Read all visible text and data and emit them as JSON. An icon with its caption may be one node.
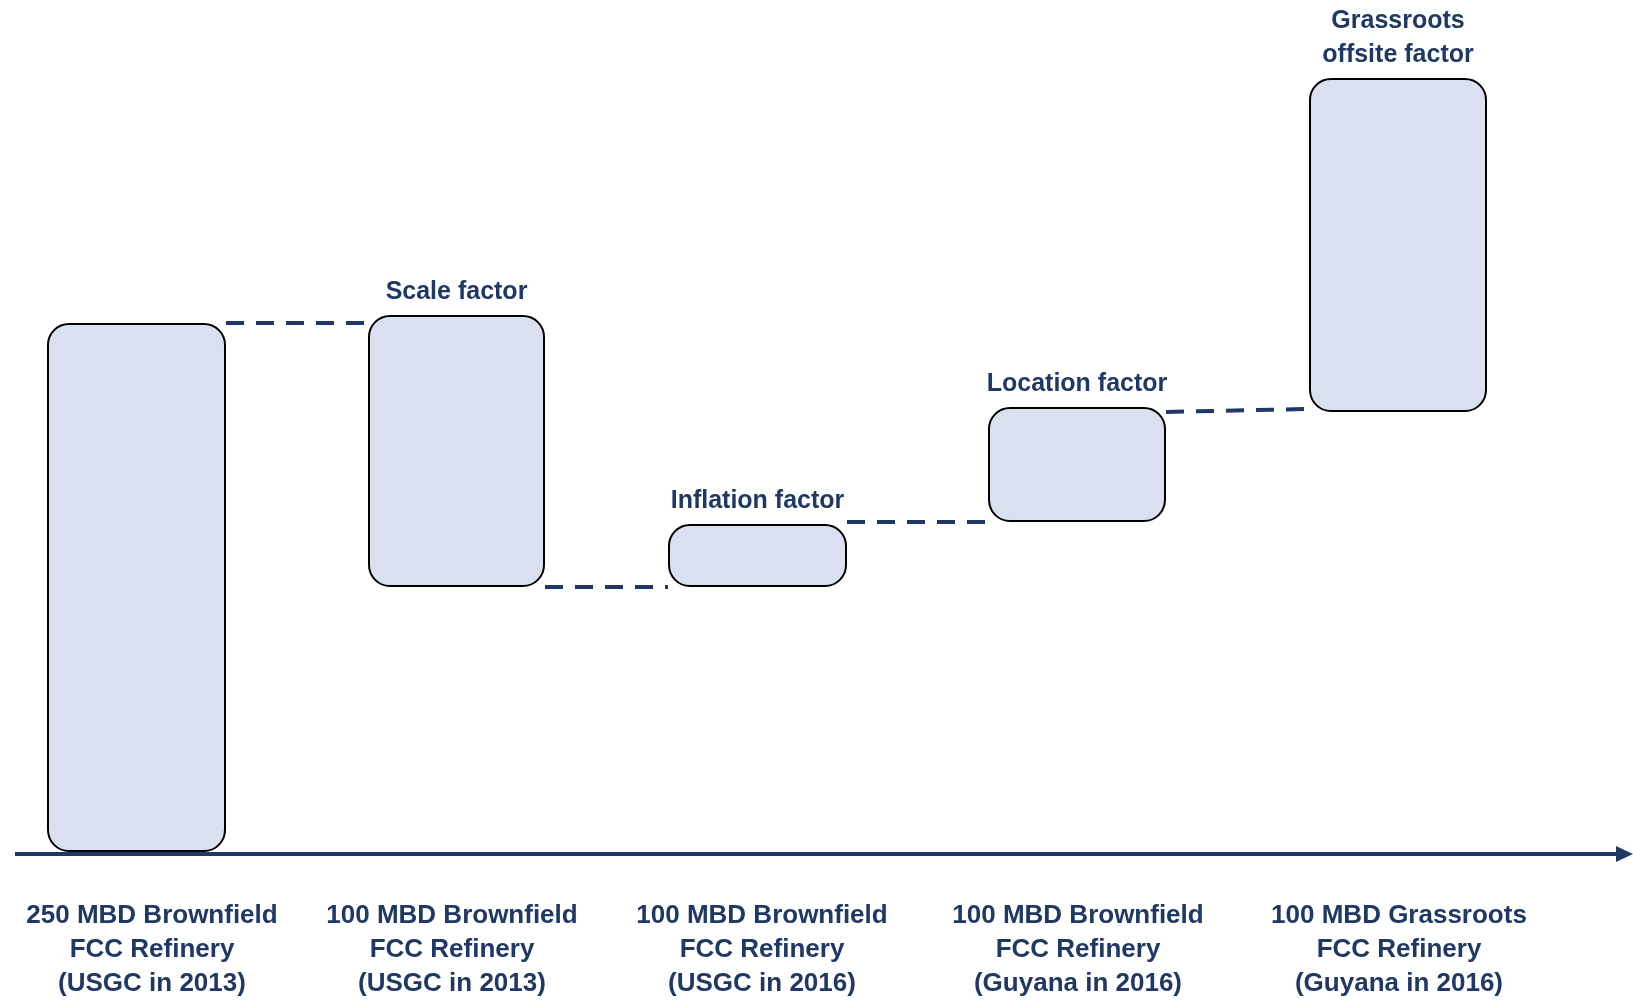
{
  "diagram": {
    "nodes": [
      {
        "text": [],
        "shape": "box"
      },
      {
        "text": [
          "Scale factor"
        ]
      },
      {
        "text": [
          "Inflation factor"
        ]
      },
      {
        "text": [
          "Location factor"
        ]
      },
      {
        "text": [
          "Grassroots offsite factor"
        ]
      }
    ],
    "edges": [
      {
        "from": 0,
        "to": 1,
        "arrow": "none",
        "style": "dashed"
      },
      {
        "from": 1,
        "to": 2,
        "arrow": "none",
        "style": "dashed"
      },
      {
        "from": 2,
        "to": 3,
        "arrow": "none",
        "style": "dashed"
      },
      {
        "from": 3,
        "to": 4,
        "arrow": "none",
        "style": "dashed"
      }
    ],
    "labels": [
      "250 MBD Brownfield FCC Refinery (USGC in 2013)",
      "100 MBD Brownfield FCC Refinery (USGC in 2013)",
      "100 MBD Brownfield FCC Refinery (USGC in 2016)",
      "100 MBD Brownfield FCC Refinery (Guyana in 2016)",
      "100 MBD Grassroots FCC Refinery (Guyana in 2016)"
    ]
  }
}
